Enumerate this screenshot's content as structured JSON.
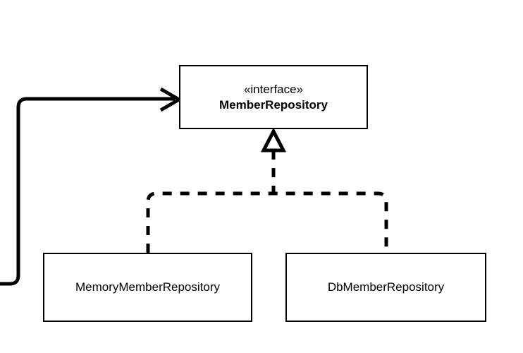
{
  "diagram": {
    "type": "uml-class-diagram",
    "background_color": "#ffffff",
    "stroke_color": "#000000",
    "interface": {
      "stereotype": "«interface»",
      "name": "MemberRepository"
    },
    "implementations": [
      {
        "name": "MemoryMemberRepository"
      },
      {
        "name": "DbMemberRepository"
      }
    ],
    "connectors": [
      {
        "id": "dependency-arrow",
        "style": "solid",
        "arrowhead": "open-v",
        "target": "MemberRepository",
        "label": ""
      },
      {
        "id": "realization-memory",
        "style": "dashed",
        "arrowhead": "hollow-triangle",
        "source": "MemoryMemberRepository",
        "target": "MemberRepository"
      },
      {
        "id": "realization-db",
        "style": "dashed",
        "arrowhead": "hollow-triangle",
        "source": "DbMemberRepository",
        "target": "MemberRepository"
      }
    ]
  }
}
